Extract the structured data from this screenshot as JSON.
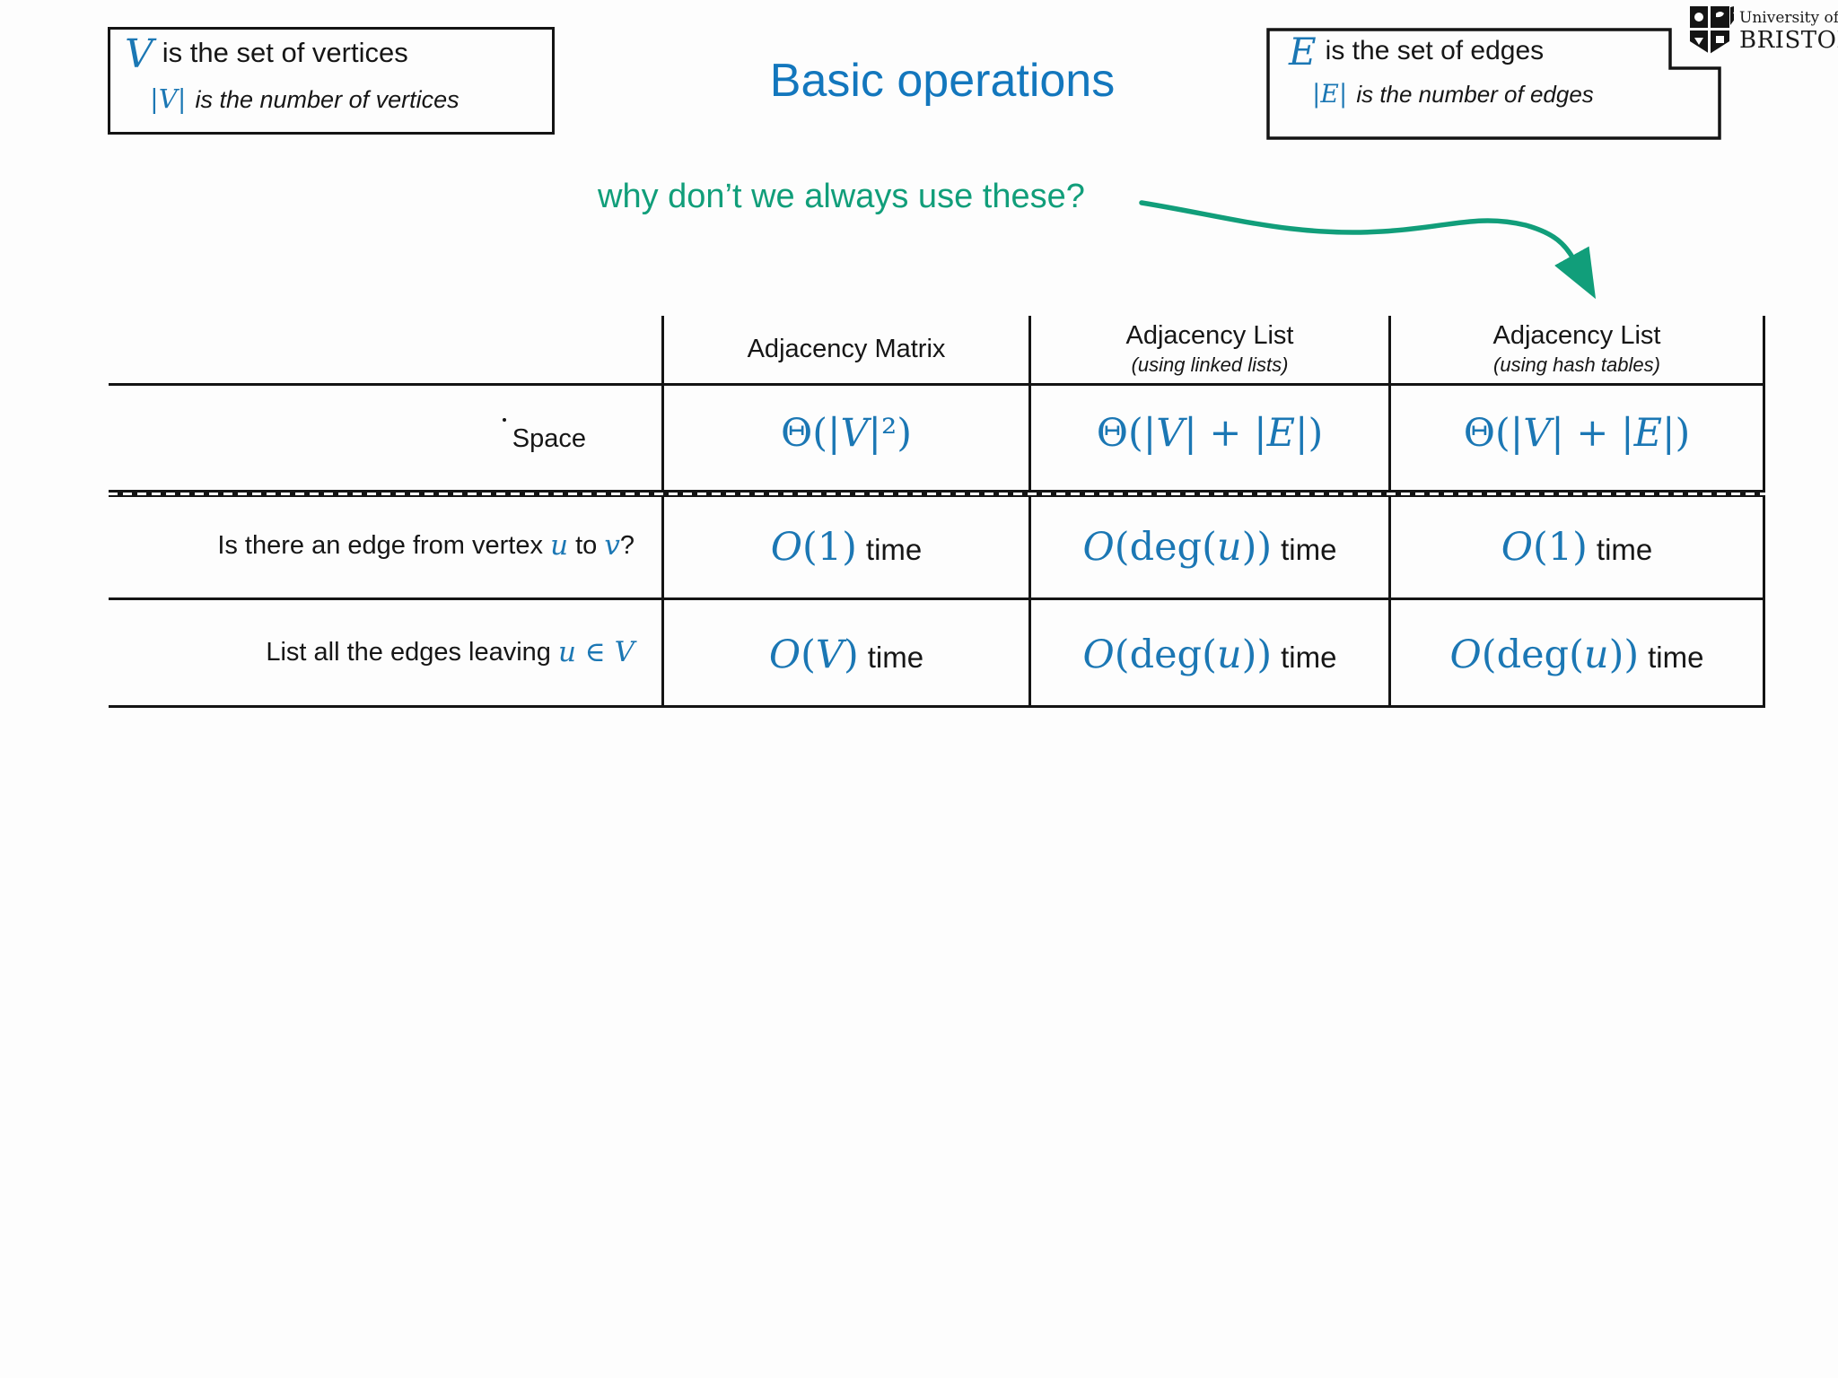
{
  "colors": {
    "blue": "#1b77b4",
    "green": "#119e7a"
  },
  "legend_v": {
    "symbol": "V",
    "text1": "is the set of vertices",
    "symbol2": "|V|",
    "text2": "is the number of vertices"
  },
  "legend_e": {
    "symbol": "E",
    "text1": "is the set of edges",
    "symbol2": "|E|",
    "text2": "is the number of edges"
  },
  "title": "Basic operations",
  "annotation": "why don’t we always use these?",
  "logo": {
    "line1": "University of",
    "line2": "BRISTOL"
  },
  "table": {
    "col_headers": [
      {
        "title": "Adjacency Matrix",
        "subtitle": ""
      },
      {
        "title": "Adjacency List",
        "subtitle": "(using linked lists)"
      },
      {
        "title": "Adjacency List",
        "subtitle": "(using hash tables)"
      }
    ],
    "rows": [
      {
        "label_parts": [
          {
            "text": "Space"
          }
        ],
        "cells": [
          {
            "formula": "Θ(|V|²)",
            "suffix": ""
          },
          {
            "formula": "Θ(|V| + |E|)",
            "suffix": ""
          },
          {
            "formula": "Θ(|V| + |E|)",
            "suffix": ""
          }
        ]
      },
      {
        "label_parts": [
          {
            "text": "Is there an edge from vertex"
          },
          {
            "math": "u"
          },
          {
            "text": "to"
          },
          {
            "math": "v"
          },
          {
            "text": "?"
          }
        ],
        "cells": [
          {
            "formula": "O(1)",
            "suffix": "time"
          },
          {
            "formula": "O(deg(u))",
            "suffix": "time"
          },
          {
            "formula": "O(1)",
            "suffix": "time"
          }
        ]
      },
      {
        "label_parts": [
          {
            "text": "List all the edges leaving"
          },
          {
            "math": "u ∈ V"
          }
        ],
        "cells": [
          {
            "formula": "O(V)",
            "suffix": "time"
          },
          {
            "formula": "O(deg(u))",
            "suffix": "time"
          },
          {
            "formula": "O(deg(u))",
            "suffix": "time"
          }
        ]
      }
    ]
  }
}
